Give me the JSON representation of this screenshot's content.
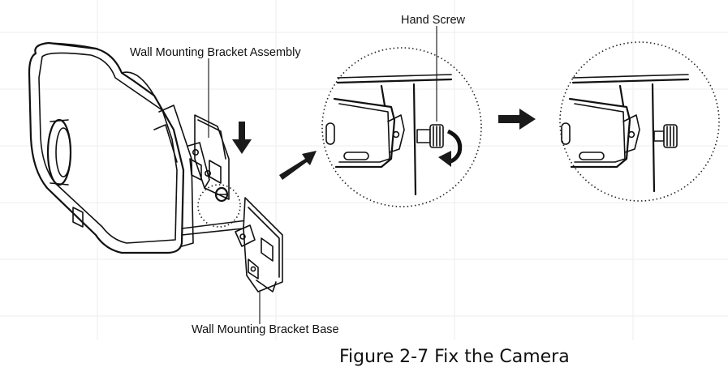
{
  "labels": {
    "bracket_assembly": "Wall Mounting Bracket Assembly",
    "hand_screw": "Hand Screw",
    "bracket_base": "Wall Mounting Bracket Base"
  },
  "caption": "Figure 2-7 Fix the Camera",
  "colors": {
    "line": "#111111",
    "background": "#ffffff"
  },
  "icons": [
    "down-arrow-icon",
    "right-arrow-icon",
    "rotate-arrow-icon"
  ]
}
